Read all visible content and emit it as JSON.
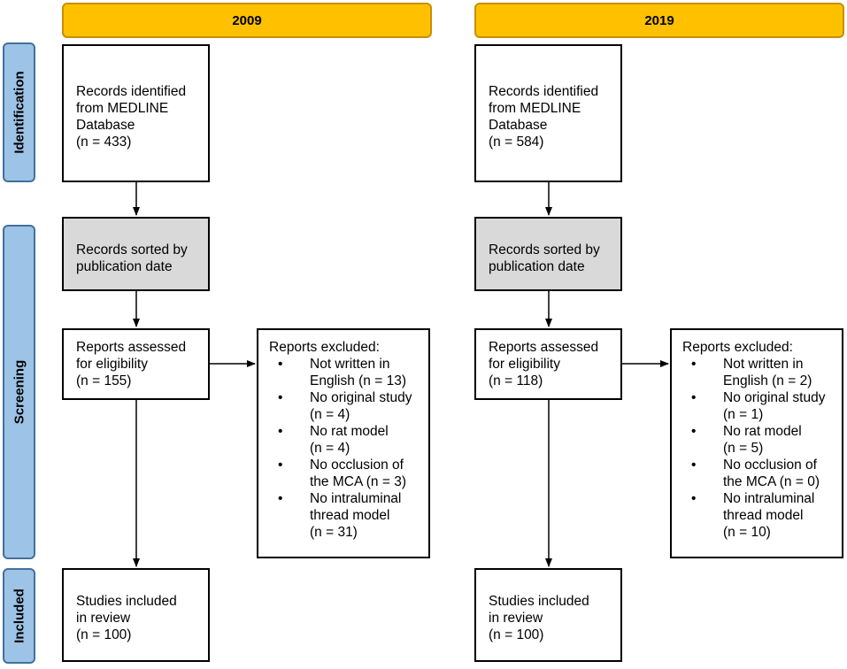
{
  "headers": {
    "left": "2009",
    "right": "2019"
  },
  "phases": {
    "identification": "Identification",
    "screening": "Screening",
    "included": "Included"
  },
  "left": {
    "identified": [
      "Records identified",
      "from MEDLINE",
      "Database",
      "(n = 433)"
    ],
    "sorted": [
      "Records sorted by",
      "publication date"
    ],
    "assessed": [
      "Reports assessed",
      "for eligibility",
      "(n = 155)"
    ],
    "excluded_title": "Reports excluded:",
    "excluded": [
      [
        "Not written in",
        "English (n = 13)"
      ],
      [
        "No original study",
        "(n = 4)"
      ],
      [
        "No rat model",
        "(n = 4)"
      ],
      [
        "No occlusion of",
        "the MCA (n = 3)"
      ],
      [
        "No intraluminal",
        "thread model",
        "(n = 31)"
      ]
    ],
    "included": [
      "Studies included",
      "in review",
      "(n = 100)"
    ]
  },
  "right": {
    "identified": [
      "Records identified",
      "from MEDLINE",
      "Database",
      "(n = 584)"
    ],
    "sorted": [
      "Records sorted by",
      "publication date"
    ],
    "assessed": [
      "Reports assessed",
      "for eligibility",
      "(n = 118)"
    ],
    "excluded_title": "Reports excluded:",
    "excluded": [
      [
        "Not written in",
        "English (n = 2)"
      ],
      [
        "No original study",
        "(n = 1)"
      ],
      [
        "No rat model",
        "(n = 5)"
      ],
      [
        "No occlusion of",
        "the MCA (n = 0)"
      ],
      [
        "No intraluminal",
        "thread model",
        "(n = 10)"
      ]
    ],
    "included": [
      "Studies included",
      "in review",
      "(n = 100)"
    ]
  },
  "colors": {
    "header_fill": "#ffc000",
    "phase_fill": "#9dc3e6",
    "sorted_fill": "#d9d9d9"
  }
}
